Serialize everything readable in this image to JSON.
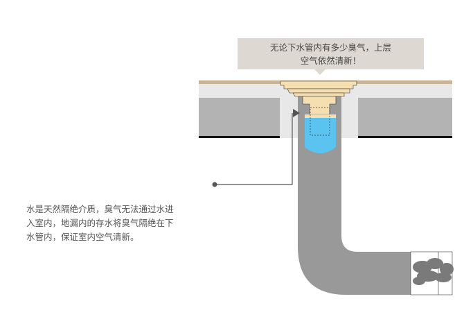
{
  "callout": {
    "line1": "无论下水管内有多少臭气，上层",
    "line2": "空气依然清新！"
  },
  "description": {
    "line1": "水是天然隔绝介质，臭气无法通过水进",
    "line2": "入室内，地漏内的存水将臭气隔绝在下",
    "line3": "水管内，保证室内空气清新。"
  },
  "colors": {
    "callout_bg": "#ddd8d1",
    "floor_tan": "#c9b497",
    "light_gray": "#e8e8e8",
    "slab_gray": "#b3b3b3",
    "pipe_gray": "#999999",
    "drain_cream": "#f5deb0",
    "water_blue": "#5bc3f0"
  }
}
